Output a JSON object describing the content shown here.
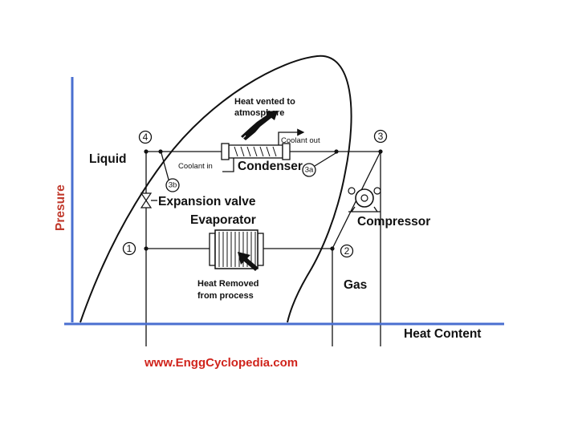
{
  "colors": {
    "axis": "#4a6fd0",
    "ylabel": "#c0392b",
    "watermark": "#d0241c",
    "ink": "#111111"
  },
  "axes": {
    "xlabel": "Heat Content",
    "ylabel": "Presure"
  },
  "points": {
    "p1": "1",
    "p2": "2",
    "p3": "3",
    "p4": "4",
    "p3a": "3a",
    "p3b": "3b"
  },
  "labels": {
    "liquid": "Liquid",
    "gas": "Gas",
    "condenser": "Condenser",
    "expansion_valve": "Expansion valve",
    "evaporator": "Evaporator",
    "compressor": "Compressor",
    "heat_vented_line1": "Heat vented to",
    "heat_vented_line2": "atmosphere",
    "coolant_in": "Coolant in",
    "coolant_out": "Coolant out",
    "heat_removed_line1": "Heat Removed",
    "heat_removed_line2": "from process"
  },
  "watermark": "www.EnggCyclopedia.com"
}
